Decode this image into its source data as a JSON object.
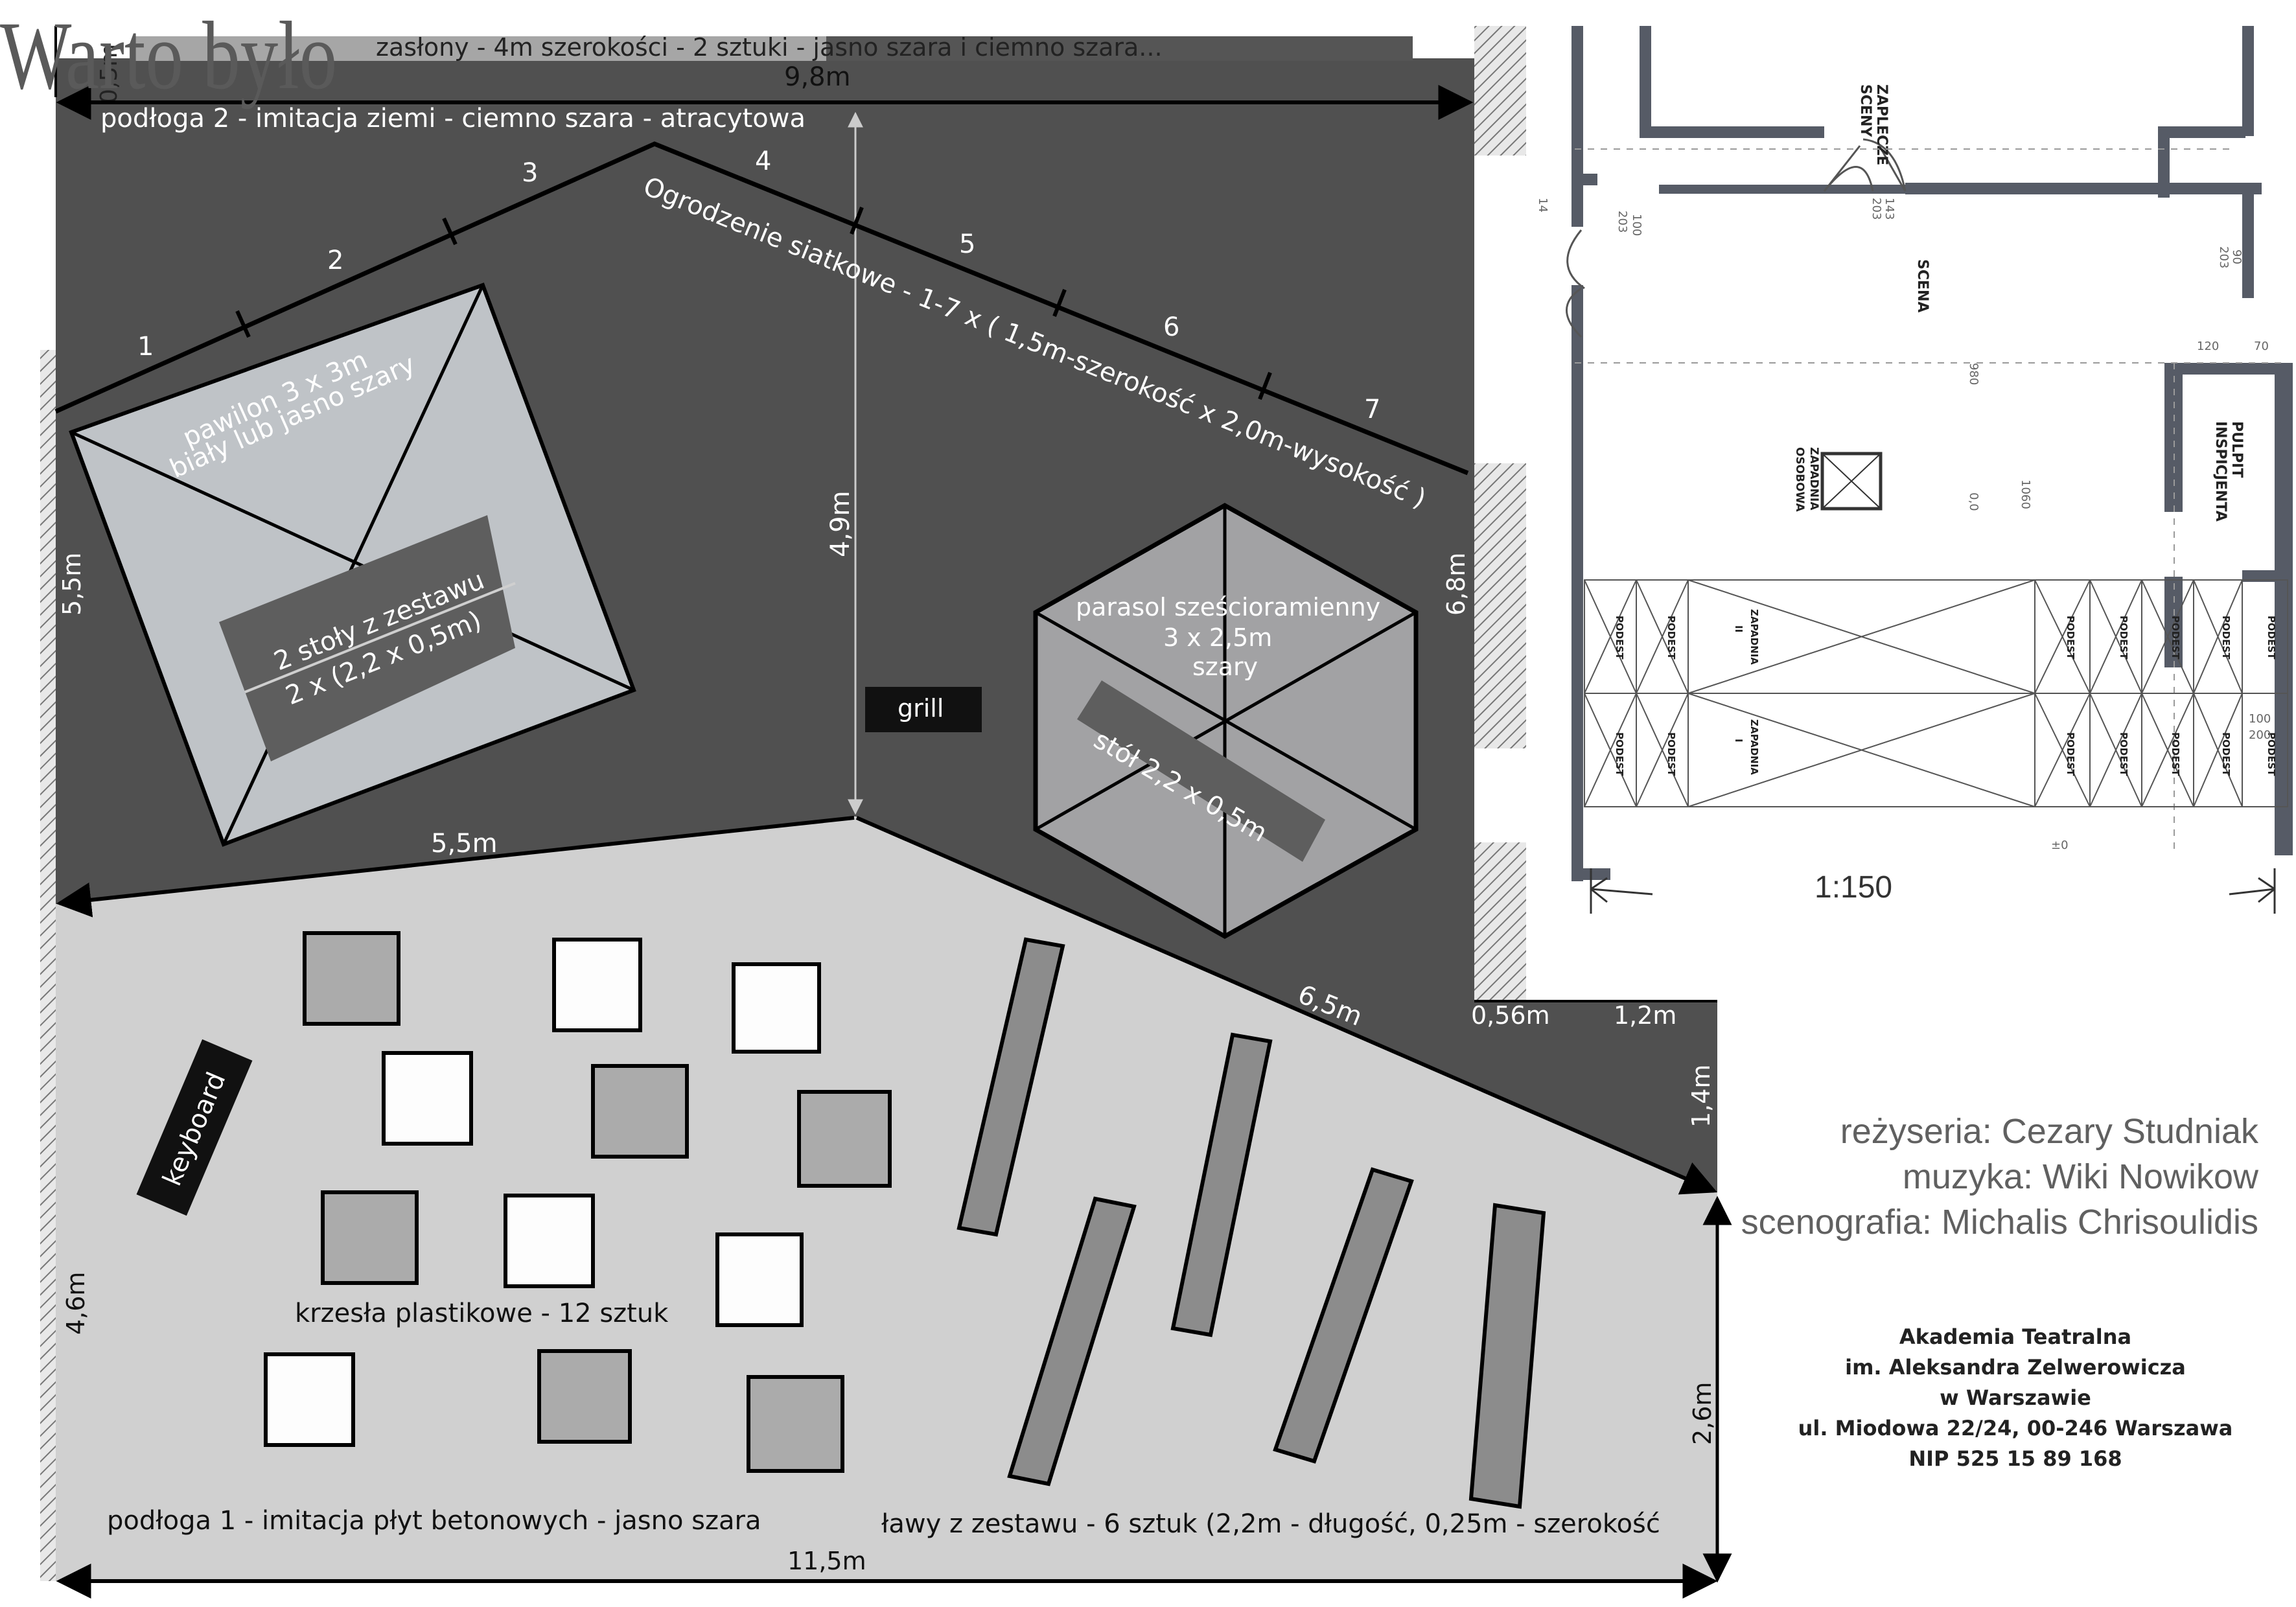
{
  "plan": {
    "curtains": "zasłony - 4m szerokości - 2 sztuki - jasno szara i ciemno szara...",
    "curtain_depth": "0,5m",
    "width_top": "9,8m",
    "floor2": "podłoga 2 - imitacja ziemi - ciemno szara - atracytowa",
    "fence": "Ogrodzenie siatkowe - 1-7 x ( 1,5m-szerokość x 2,0m-wysokość )",
    "fence_segments": [
      "1",
      "2",
      "3",
      "4",
      "5",
      "6",
      "7"
    ],
    "pavilion": [
      "pawilon 3 x 3m",
      "biały lub jasno szary"
    ],
    "tables2": [
      "2 stoły z zestawu",
      "2 x (2,2 x 0,5m)"
    ],
    "depth_center": "4,9m",
    "left_depth": "5,5m",
    "right_depth": "6,8m",
    "parasol": [
      "parasol sześcioramienny",
      "3 x 2,5m",
      "szary"
    ],
    "table1": "stół 2,2 x 0,5m",
    "grill": "grill",
    "diag_left": "5,5m",
    "diag_right": "6,5m",
    "notch_a": "0,56m",
    "notch_b": "1,2m",
    "notch_depth": "1,4m",
    "keyboard": "keyboard",
    "chairs": "krzesła plastikowe - 12 sztuk",
    "left_front": "4,6m",
    "right_front": "2,6m",
    "floor1": "podłoga 1 - imitacja płyt betonowych - jasno szara",
    "benches": "ławy z zestawu - 6 sztuk  (2,2m - długość, 0,25m - szerokość",
    "width_bottom": "11,5m"
  },
  "floorplan": {
    "backstage": [
      "ZAPLECZE",
      "SCENY"
    ],
    "stage": "SCENA",
    "desk": [
      "PULPIT",
      "INSPICJENTA"
    ],
    "trapdoor_person": [
      "ZAPADNIA",
      "OSOBOWA"
    ],
    "podest": "PODEST",
    "trap2": [
      "ZAPADNIA",
      "II"
    ],
    "trap1": [
      "ZAPADNIA",
      "I"
    ],
    "scale": "1:150",
    "dims": [
      "120",
      "70",
      "1060",
      "980",
      "100",
      "203",
      "143",
      "203",
      "90",
      "203",
      "14",
      "0,0",
      "100",
      "200",
      "±0"
    ]
  },
  "credits": {
    "title": "Warto było",
    "director": "reżyseria: Cezary Studniak",
    "music": "muzyka: Wiki Nowikow",
    "scenography": "scenografia: Michalis Chrisoulidis",
    "academy": [
      "Akademia Teatralna",
      "im. Aleksandra Zelwerowicza",
      "w Warszawie",
      "ul. Miodowa 22/24, 00-246 Warszawa",
      "NIP 525 15 89 168"
    ]
  },
  "colors": {
    "dark_floor": "#505050",
    "light_floor": "#d0d0d0",
    "pavilion": "#bfc3c7",
    "parasol": "#a2a2a4",
    "table": "#5e5e5e",
    "bench": "#8c8c8c",
    "chair_dark": "#ababab",
    "chair_light": "#fdfdfd"
  }
}
